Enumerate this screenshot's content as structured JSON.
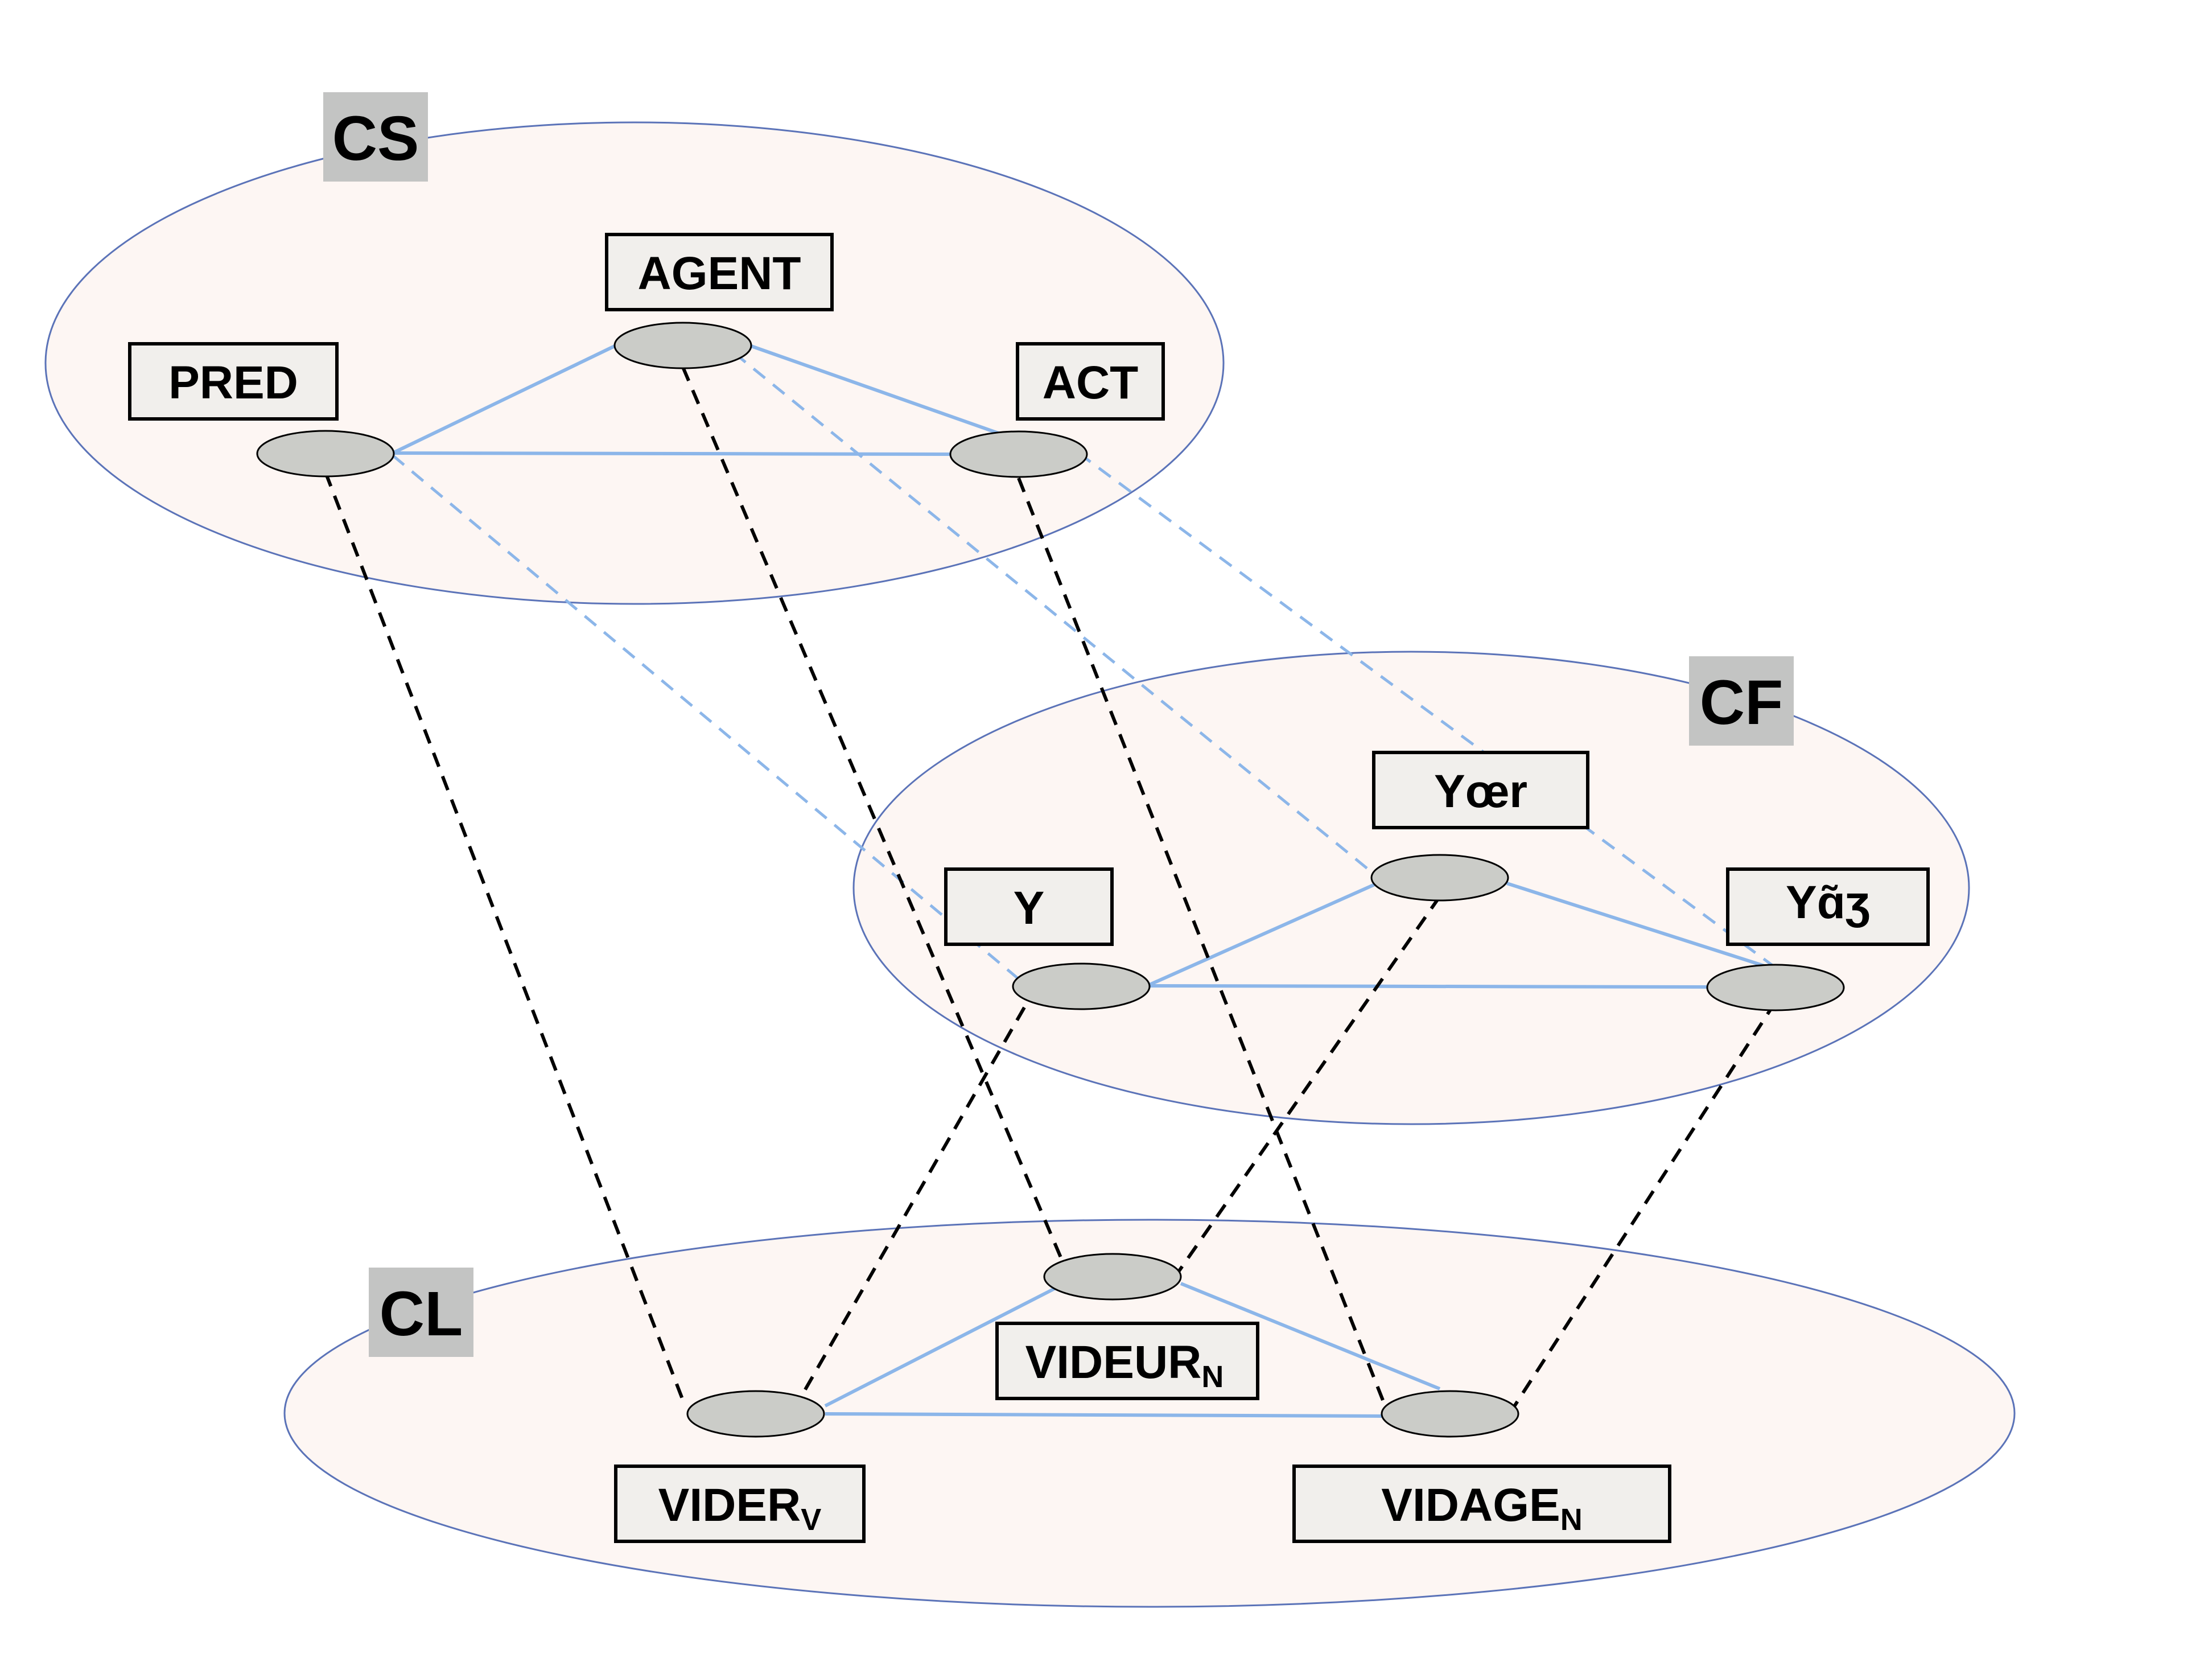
{
  "colors": {
    "region_fill": "#fdf6f3",
    "region_stroke": "#5b73b8",
    "node_fill": "#cbccc8",
    "label_fill": "#f1efec",
    "tag_fill": "#c3c4c3",
    "intra_link": "#8cb6e9",
    "cross_link": "#000000"
  },
  "regions": {
    "cs": {
      "tag": "CS"
    },
    "cf": {
      "tag": "CF"
    },
    "cl": {
      "tag": "CL"
    }
  },
  "labels": {
    "pred": "PRED",
    "agent": "AGENT",
    "act": "ACT",
    "y": "Y",
    "yoer": "Yœr",
    "yaz": "Yɑ̃ʒ",
    "vider": {
      "main": "VIDER",
      "sub": "V"
    },
    "videur": {
      "main": "VIDEUR",
      "sub": "N"
    },
    "vidage": {
      "main": "VIDAGE",
      "sub": "N"
    }
  }
}
